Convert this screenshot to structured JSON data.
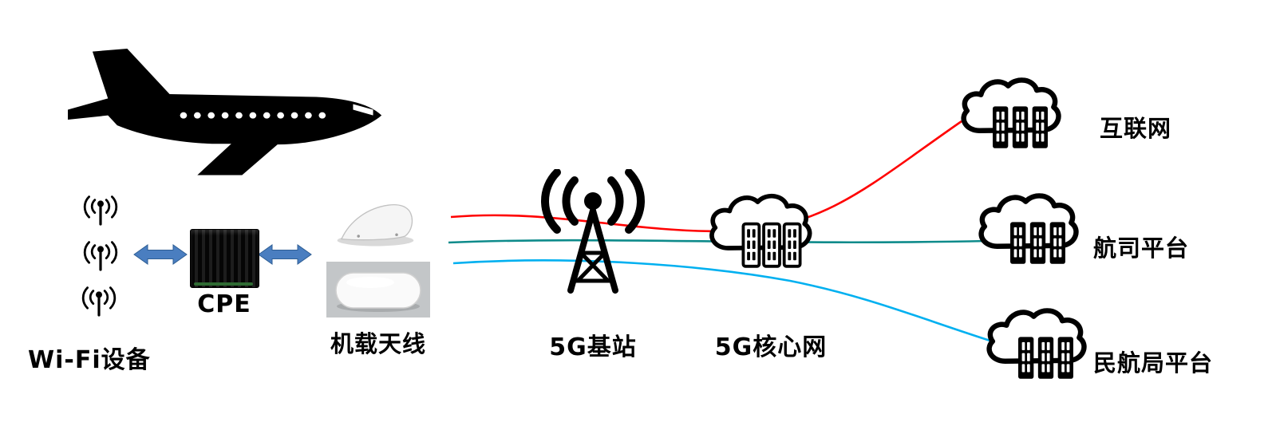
{
  "diagram": {
    "nodes": {
      "wifi": {
        "label": "Wi-Fi设备"
      },
      "cpe": {
        "label": "CPE"
      },
      "antenna": {
        "label": "机载天线"
      },
      "base_station": {
        "label": "5G基站"
      },
      "core_network": {
        "label": "5G核心网"
      },
      "internet": {
        "label": "互联网"
      },
      "airline_platform": {
        "label": "航司平台"
      },
      "caac_platform": {
        "label": "民航局平台"
      }
    },
    "colors": {
      "arrow_fill": "#4a7ec0",
      "arrow_stroke": "#2e5e94",
      "line_internet": "#ff0000",
      "line_airline": "#0e8b8b",
      "line_caac": "#00b0f0",
      "icon": "#000000"
    }
  }
}
